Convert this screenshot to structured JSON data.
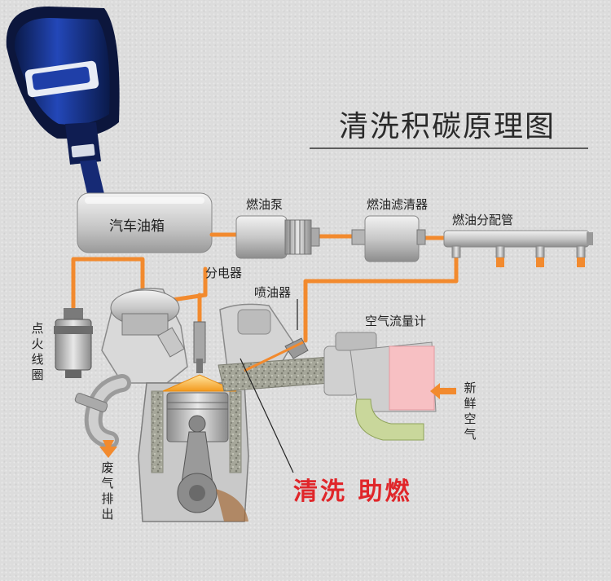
{
  "title": "清洗积碳原理图",
  "slogan": "清洗 助燃",
  "labels": {
    "fuel_tank": "汽车油箱",
    "fuel_pump": "燃油泵",
    "fuel_filter": "燃油滤清器",
    "fuel_rail": "燃油分配管",
    "distributor": "分电器",
    "injector": "喷油器",
    "air_flow_meter": "空气流量计",
    "ignition_coil": "点火线圈",
    "fresh_air": "新鲜空气",
    "exhaust": "废气排出"
  },
  "colors": {
    "pipe": "#f28a2e",
    "slogan": "#e0262a",
    "chamber": "#f5a623",
    "air_meter": "#f7c0c3",
    "intake": "#c9d79b"
  }
}
